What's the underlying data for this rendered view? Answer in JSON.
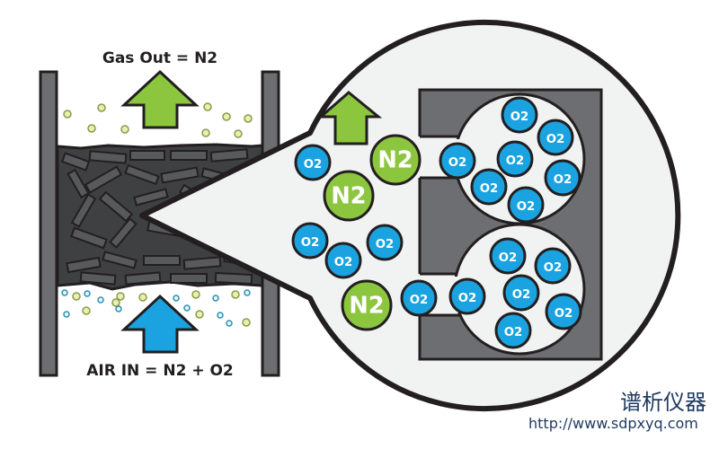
{
  "labels": {
    "gas_out": "Gas Out = N2",
    "air_in": "AIR IN = N2 + O2"
  },
  "molecules": {
    "o2": "O2",
    "n2": "N2"
  },
  "colors": {
    "o2": "#1aa3e0",
    "n2": "#8cc63f",
    "outline": "#231f20",
    "wall": "#6d6e71",
    "sieve": "#58595b",
    "lens_bg": "#f1f2f2"
  },
  "watermark": {
    "name": "谱析仪器",
    "url": "http://www.sdpxyq.com"
  }
}
